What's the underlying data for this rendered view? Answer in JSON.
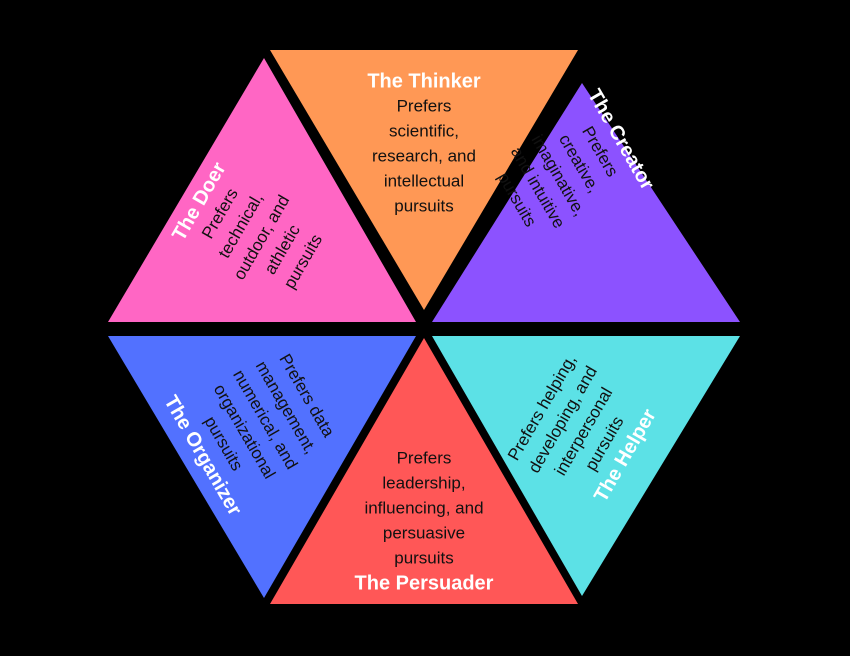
{
  "diagram": {
    "background": "#000000",
    "segments": [
      {
        "id": "thinker",
        "title": "The Thinker",
        "lines": [
          "Prefers",
          "scientific,",
          "research, and",
          "intellectual",
          "pursuits"
        ],
        "color": "#FF9855"
      },
      {
        "id": "creator",
        "title": "The Creator",
        "lines": [
          "Prefers",
          "creative,",
          "imaginative,",
          "and intuitive",
          "pursuits"
        ],
        "color": "#8C52FF"
      },
      {
        "id": "helper",
        "title": "The Helper",
        "lines": [
          "Prefers helping,",
          "developing, and",
          "interpersonal",
          "pursuits"
        ],
        "color": "#5CE1E6"
      },
      {
        "id": "persuader",
        "title": "The Persuader",
        "lines": [
          "Prefers",
          "leadership,",
          "influencing, and",
          "persuasive",
          "pursuits"
        ],
        "color": "#FF5757"
      },
      {
        "id": "organizer",
        "title": "The Organizer",
        "lines": [
          "Prefers data",
          "management,",
          "numerical, and",
          "organizational",
          "pursuits"
        ],
        "color": "#5271FF"
      },
      {
        "id": "doer",
        "title": "The Doer",
        "lines": [
          "Prefers",
          "technical,",
          "outdoor, and",
          "athletic",
          "pursuits"
        ],
        "color": "#FF66C4"
      }
    ]
  }
}
